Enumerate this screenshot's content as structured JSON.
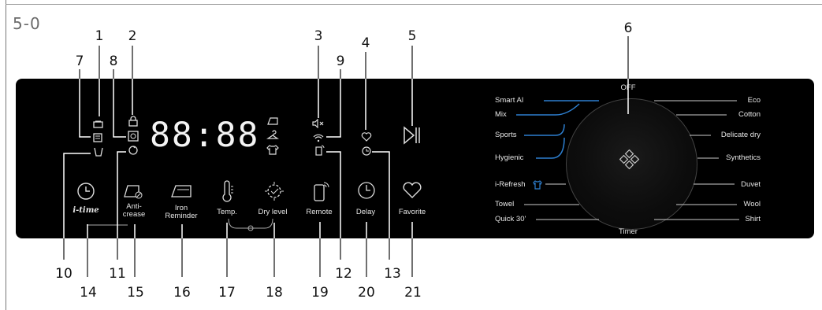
{
  "section_label": "5-0",
  "callouts": [
    "1",
    "2",
    "3",
    "4",
    "5",
    "6",
    "7",
    "8",
    "9",
    "10",
    "11",
    "12",
    "13",
    "14",
    "15",
    "16",
    "17",
    "18",
    "19",
    "20",
    "21"
  ],
  "display": {
    "digits": "88:88"
  },
  "buttons": {
    "itime": "i-time",
    "anti_crease": "Anti-\ncrease",
    "iron_reminder": "Iron\nReminder",
    "temp": "Temp.",
    "dry_level": "Dry level",
    "remote": "Remote",
    "delay": "Delay",
    "favorite": "Favorite"
  },
  "programs": {
    "off": "OFF",
    "timer": "Timer",
    "left": [
      "Smart AI",
      "Mix",
      "Sports",
      "Hygienic",
      "i-Refresh",
      "Towel",
      "Quick 30'"
    ],
    "right": [
      "Eco",
      "Cotton",
      "Delicate dry",
      "Synthetics",
      "Duvet",
      "Wool",
      "Shirt"
    ]
  },
  "colors": {
    "panel": "#000000",
    "text": "#e6e6e6",
    "accent_blue": "#2d7fd0",
    "lead_line": "#ffffff"
  }
}
